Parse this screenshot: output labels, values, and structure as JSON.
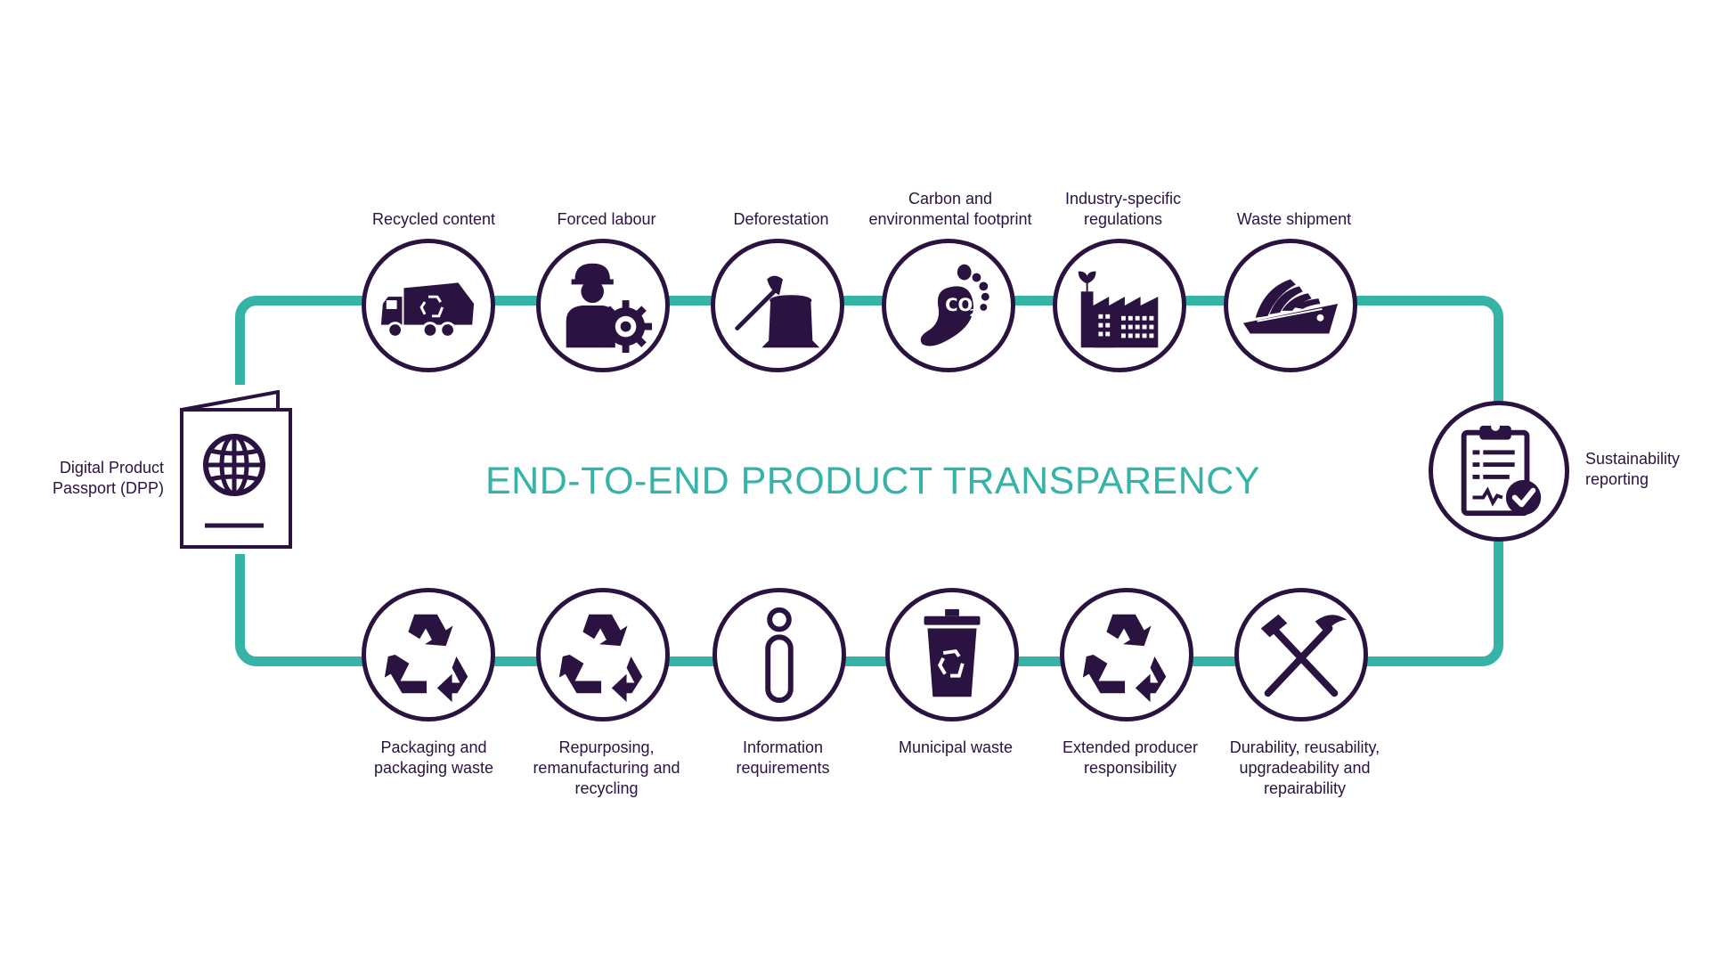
{
  "diagram": {
    "title": "END-TO-END PRODUCT TRANSPARENCY",
    "colors": {
      "loop": "#35b3a7",
      "icon": "#2a1340",
      "title": "#35b3a7"
    },
    "passport": {
      "label": "Digital Product Passport (DPP)",
      "icon": "passport-globe-icon"
    },
    "right_node": {
      "label": "Sustainability reporting",
      "icon": "clipboard-check-icon"
    },
    "top_nodes": [
      {
        "label": "Recycled content",
        "icon": "garbage-truck-recycle-icon"
      },
      {
        "label": "Forced labour",
        "icon": "worker-gear-icon"
      },
      {
        "label": "Deforestation",
        "icon": "axe-stump-icon"
      },
      {
        "label": "Carbon and environmental footprint",
        "icon": "co2-footprint-icon"
      },
      {
        "label": "Industry-specific regulations",
        "icon": "factory-plant-icon"
      },
      {
        "label": "Waste shipment",
        "icon": "cargo-ship-icon"
      }
    ],
    "bottom_nodes": [
      {
        "label": "Packaging and packaging waste",
        "icon": "recycle-icon"
      },
      {
        "label": "Repurposing, remanufacturing and recycling",
        "icon": "recycle-icon"
      },
      {
        "label": "Information requirements",
        "icon": "info-icon"
      },
      {
        "label": "Municipal waste",
        "icon": "recycle-bin-icon"
      },
      {
        "label": "Extended producer responsibility",
        "icon": "recycle-icon"
      },
      {
        "label": "Durability, reusability, upgradeability and repairability",
        "icon": "crossed-hammers-icon"
      }
    ]
  }
}
